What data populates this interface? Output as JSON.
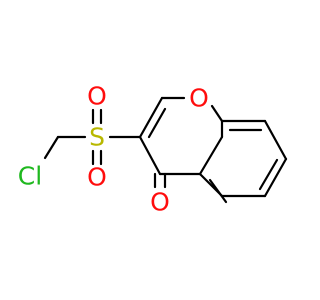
{
  "molecule": {
    "atoms": {
      "cl": {
        "symbol": "Cl",
        "color": "#1FB81F"
      },
      "s": {
        "symbol": "S",
        "color": "#B8B800"
      },
      "o_top": {
        "symbol": "O",
        "color": "#FF0D0D"
      },
      "o_bottom": {
        "symbol": "O",
        "color": "#FF0D0D"
      },
      "o_ring": {
        "symbol": "O",
        "color": "#FF0D0D"
      },
      "o_carbonyl": {
        "symbol": "O",
        "color": "#FF0D0D"
      }
    },
    "bond_color": "#000000"
  }
}
